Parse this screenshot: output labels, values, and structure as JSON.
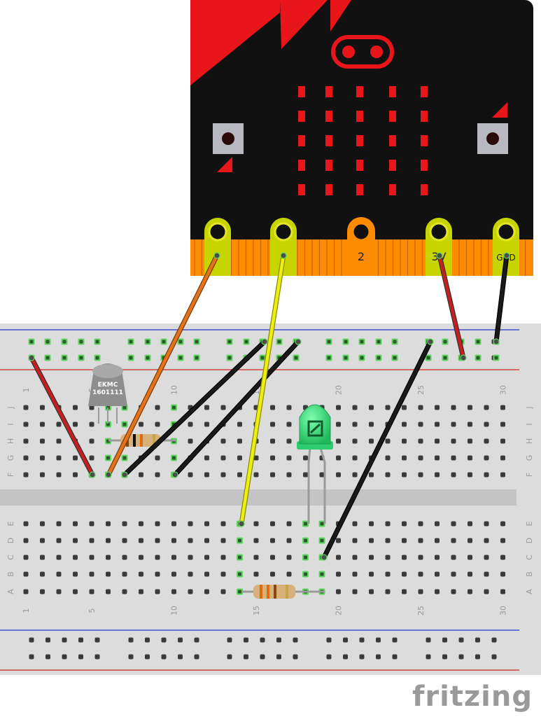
{
  "microbit": {
    "pads": [
      {
        "name": "pad-0",
        "label": ""
      },
      {
        "name": "pad-1",
        "label": ""
      },
      {
        "name": "pad-2",
        "label": "2"
      },
      {
        "name": "pad-3v",
        "label": "3V"
      },
      {
        "name": "pad-gnd",
        "label": "GND"
      }
    ]
  },
  "breadboard": {
    "top_column_numbers": [
      "1",
      "5",
      "10",
      "15",
      "20",
      "25",
      "30"
    ],
    "bottom_column_numbers": [
      "1",
      "5",
      "10",
      "15",
      "20",
      "25",
      "30"
    ],
    "top_row_letters": [
      "J",
      "I",
      "H",
      "G",
      "F"
    ],
    "bottom_row_letters": [
      "E",
      "D",
      "C",
      "B",
      "A"
    ]
  },
  "sensor": {
    "line1": "EKMC",
    "line2": "1601111"
  },
  "branding": "fritzing",
  "colors": {
    "board_black": "#111111",
    "board_red": "#e8151b",
    "edge_orange": "#ff8c00",
    "pad_yellow": "#c8d400",
    "wire_red": "#c81e1e",
    "wire_orange": "#e4731c",
    "wire_yellow": "#eeee10",
    "wire_black": "#1a1a1a",
    "led_green": "#2ecc71",
    "rail_blue": "#2233cc",
    "rail_red": "#cc2222"
  }
}
